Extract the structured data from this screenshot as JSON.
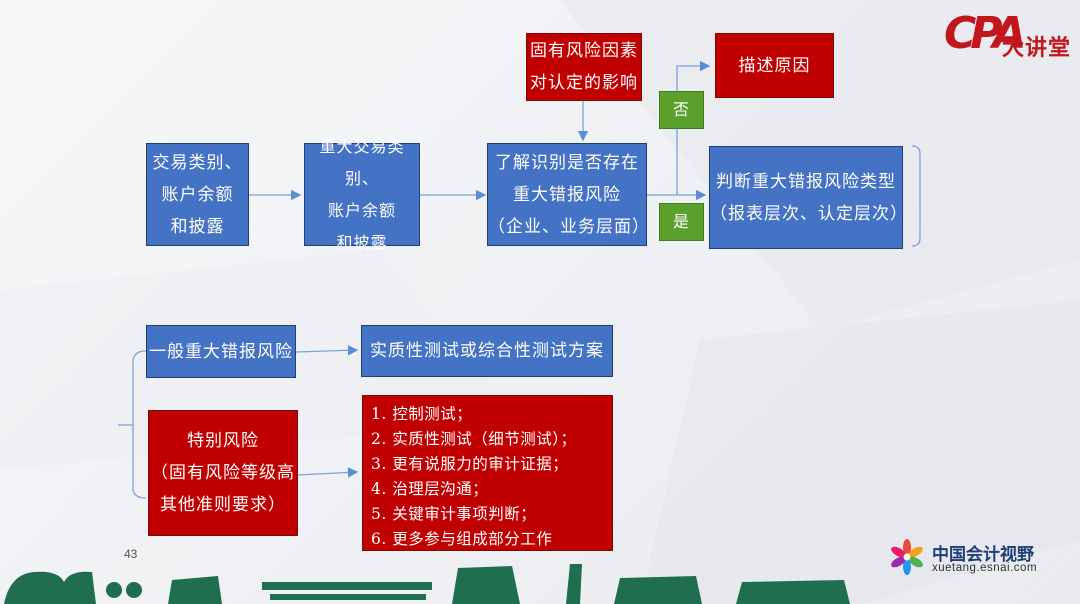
{
  "diagram": {
    "box_transactions": [
      "交易类别、",
      "账户余额",
      "和披露"
    ],
    "box_significant": [
      "重大交易类别、",
      "账户余额",
      "和披露"
    ],
    "box_identify": [
      "了解识别是否存在",
      "重大错报风险",
      "（企业、业务层面）"
    ],
    "box_inherent": [
      "固有风险因素",
      "对认定的影响"
    ],
    "box_describe": "描述原因",
    "tag_no": "否",
    "tag_yes": "是",
    "box_judge": [
      "判断重大错报风险类型",
      "（报表层次、认定层次）"
    ],
    "box_general": "一般重大错报风险",
    "box_substantive": "实质性测试或综合性测试方案",
    "box_special": [
      "特别风险",
      "（固有风险等级高",
      "其他准则要求）"
    ],
    "list_items": [
      "1. 控制测试；",
      "2. 实质性测试（细节测试）；",
      "3. 更有说服力的审计证据；",
      "4. 治理层沟通；",
      "5. 关键审计事项判断；",
      "6. 更多参与组成部分工作"
    ]
  },
  "page_number": "43",
  "logo_top": {
    "mark": "CPA",
    "text": "大讲堂"
  },
  "logo_bottom": {
    "name": "中国会计视野",
    "url": "xuetang.esnai.com"
  },
  "colors": {
    "blue": "#4472c4",
    "red": "#c00000",
    "green": "#5aa02c"
  }
}
